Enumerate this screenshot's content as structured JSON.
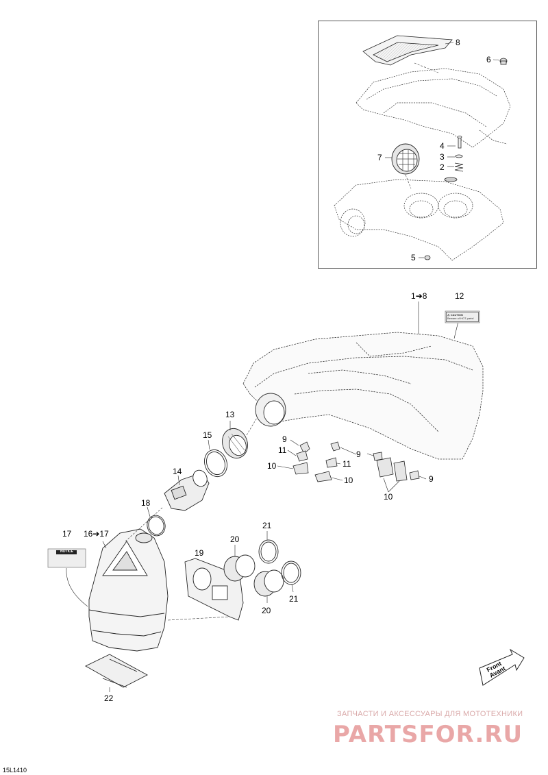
{
  "callouts": {
    "c1_8_top": "1",
    "c1_8_bottom": "8",
    "c2": "2",
    "c3": "3",
    "c4": "4",
    "c5": "5",
    "c6": "6",
    "c7": "7",
    "c8": "8",
    "c9a": "9",
    "c9b": "9",
    "c9c": "9",
    "c10a": "10",
    "c10b": "10",
    "c10c": "10",
    "c11a": "11",
    "c11b": "11",
    "c12": "12",
    "c13": "13",
    "c14": "14",
    "c15": "15",
    "c16_left": "16",
    "c16_right": "17",
    "c17": "17",
    "c18": "18",
    "c19": "19",
    "c20a": "20",
    "c20b": "20",
    "c21a": "21",
    "c21b": "21",
    "c22": "22"
  },
  "labels": {
    "caution_title": "⚠ CAUTION",
    "caution_text": "Beware of HOT parts!",
    "notice_title": "NOTICE"
  },
  "front_badge": {
    "front": "Front",
    "avant": "Avant"
  },
  "diagram_code": "15L1410",
  "watermark": {
    "tagline": "ЗАПЧАСТИ И АКСЕССУАРЫ ДЛЯ МОТОТЕХНИКИ",
    "logo": "PARTSFOR.RU"
  },
  "colors": {
    "line": "#222222",
    "part_fill": "#f4f4f4",
    "watermark": "#e9a7a7"
  }
}
